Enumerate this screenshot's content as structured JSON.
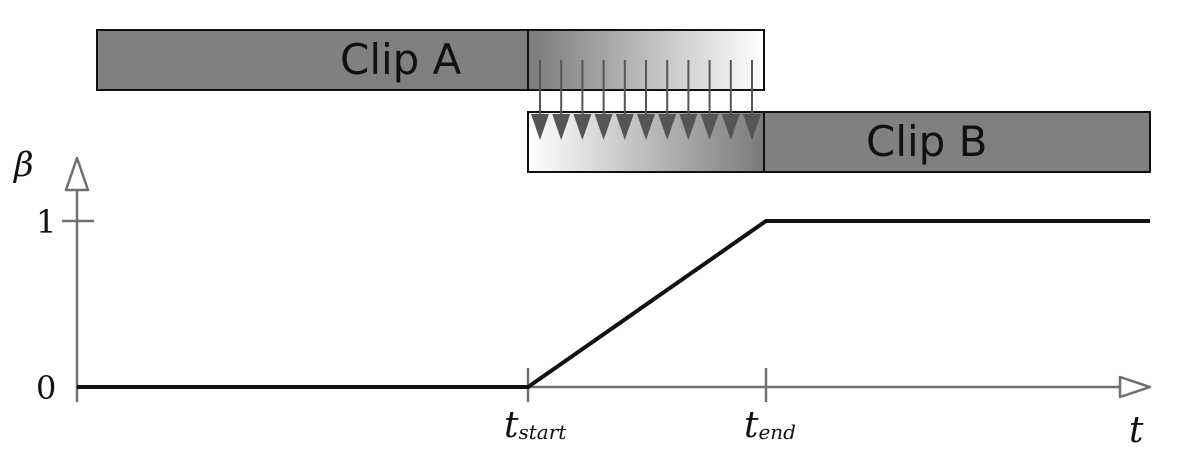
{
  "clips": {
    "a": {
      "label": "Clip A"
    },
    "b": {
      "label": "Clip B"
    }
  },
  "axis": {
    "y_label": "β",
    "x_label": "t",
    "y_ticks": [
      "0",
      "1"
    ]
  },
  "markers": {
    "start": {
      "main": "t",
      "sub": "start"
    },
    "end": {
      "main": "t",
      "sub": "end"
    }
  },
  "colors": {
    "clip_fill": "#808080",
    "stroke": "#111111",
    "axis": "#707070",
    "arrow": "#555555"
  },
  "chart_data": {
    "type": "line",
    "x": [
      "0",
      "t_start",
      "t_end",
      "t"
    ],
    "y": [
      0,
      0,
      1,
      1
    ],
    "ylim": [
      0,
      1
    ]
  }
}
